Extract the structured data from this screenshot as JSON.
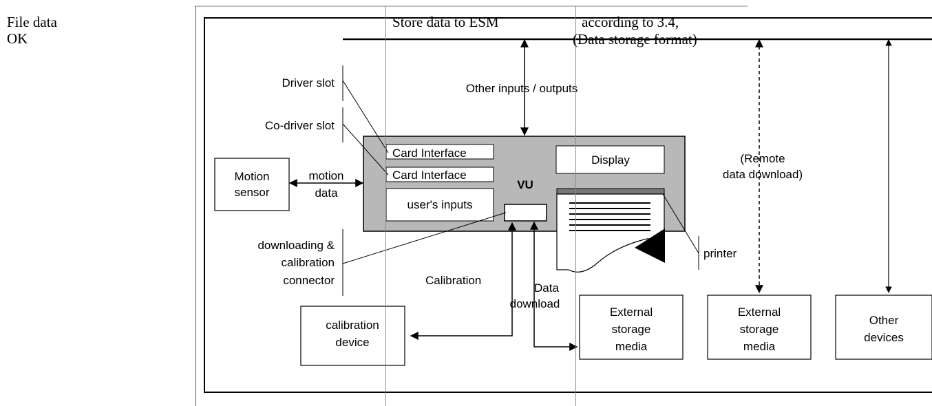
{
  "left_cell": {
    "line1": "File data",
    "line2": "OK"
  },
  "header": {
    "store": "Store data to ESM",
    "according": "according to 3.4,",
    "format": "(Data storage format)"
  },
  "diagram": {
    "driver_slot": "Driver slot",
    "co_driver_slot": "Co-driver slot",
    "other_io": "Other inputs / outputs",
    "card_interface_1": "Card Interface",
    "card_interface_2": "Card Interface",
    "display": "Display",
    "vu": "VU",
    "users_inputs": "user's inputs",
    "motion_sensor_1": "Motion",
    "motion_sensor_2": "sensor",
    "motion_data_1": "motion",
    "motion_data_2": "data",
    "remote_1": "(Remote",
    "remote_2": "data download)",
    "connector_1": "downloading &",
    "connector_2": "calibration",
    "connector_3": "connector",
    "printer": "printer",
    "calibration": "Calibration",
    "data_download_1": "Data",
    "data_download_2": "download",
    "calibration_device_1": "calibration",
    "calibration_device_2": "device",
    "esm1_1": "External",
    "esm1_2": "storage",
    "esm1_3": "media",
    "esm2_1": "External",
    "esm2_2": "storage",
    "esm2_3": "media",
    "other_devices_1": "Other",
    "other_devices_2": "devices"
  }
}
